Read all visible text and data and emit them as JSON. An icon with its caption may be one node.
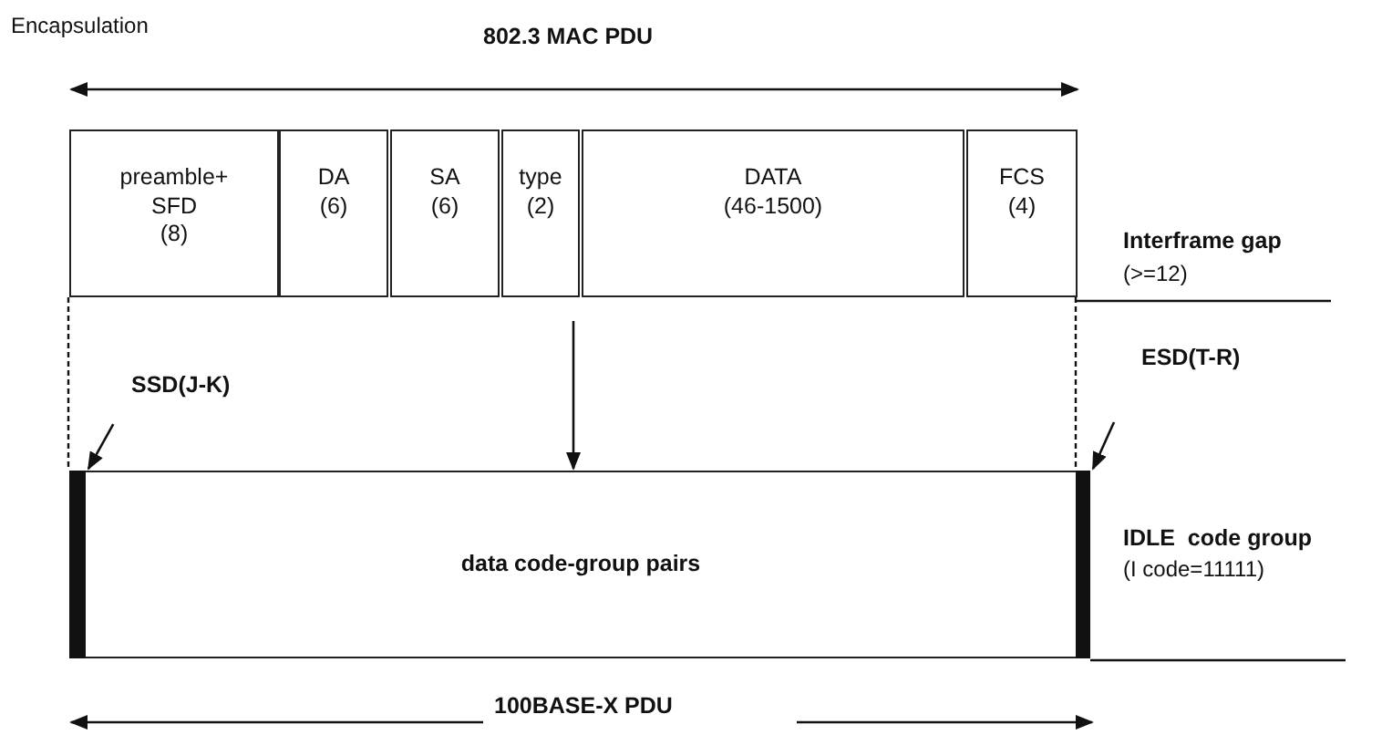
{
  "diagram": {
    "nodes": [
      {
        "text": [
          "preamble+ SFD",
          "(8)"
        ]
      },
      {
        "text": [
          "DA",
          "(6)"
        ]
      },
      {
        "text": [
          "SA",
          "(6)"
        ]
      },
      {
        "text": [
          "type",
          "(2)"
        ]
      },
      {
        "text": [
          "DATA",
          "(46-1500)"
        ]
      },
      {
        "text": [
          "FCS",
          "(4)"
        ]
      },
      {
        "text": [
          "data code-group pairs"
        ]
      },
      {
        "text": [],
        "shape": "bar"
      },
      {
        "text": [],
        "shape": "bar"
      },
      {
        "text": [
          "SSD(J-K)"
        ]
      },
      {
        "text": [
          "ESD(T-R)"
        ]
      }
    ],
    "edges": [
      {
        "from": null,
        "to": 6,
        "arrow": "to"
      },
      {
        "from": 9,
        "to": 7,
        "arrow": "to"
      },
      {
        "from": 10,
        "to": 8,
        "arrow": "to"
      }
    ],
    "labels": [
      "Encapsulation",
      "802.3 MAC PDU",
      "Interframe gap",
      "(>=12)",
      "IDLE  code group",
      "(I code=11111)",
      "100BASE-X PDU"
    ]
  }
}
